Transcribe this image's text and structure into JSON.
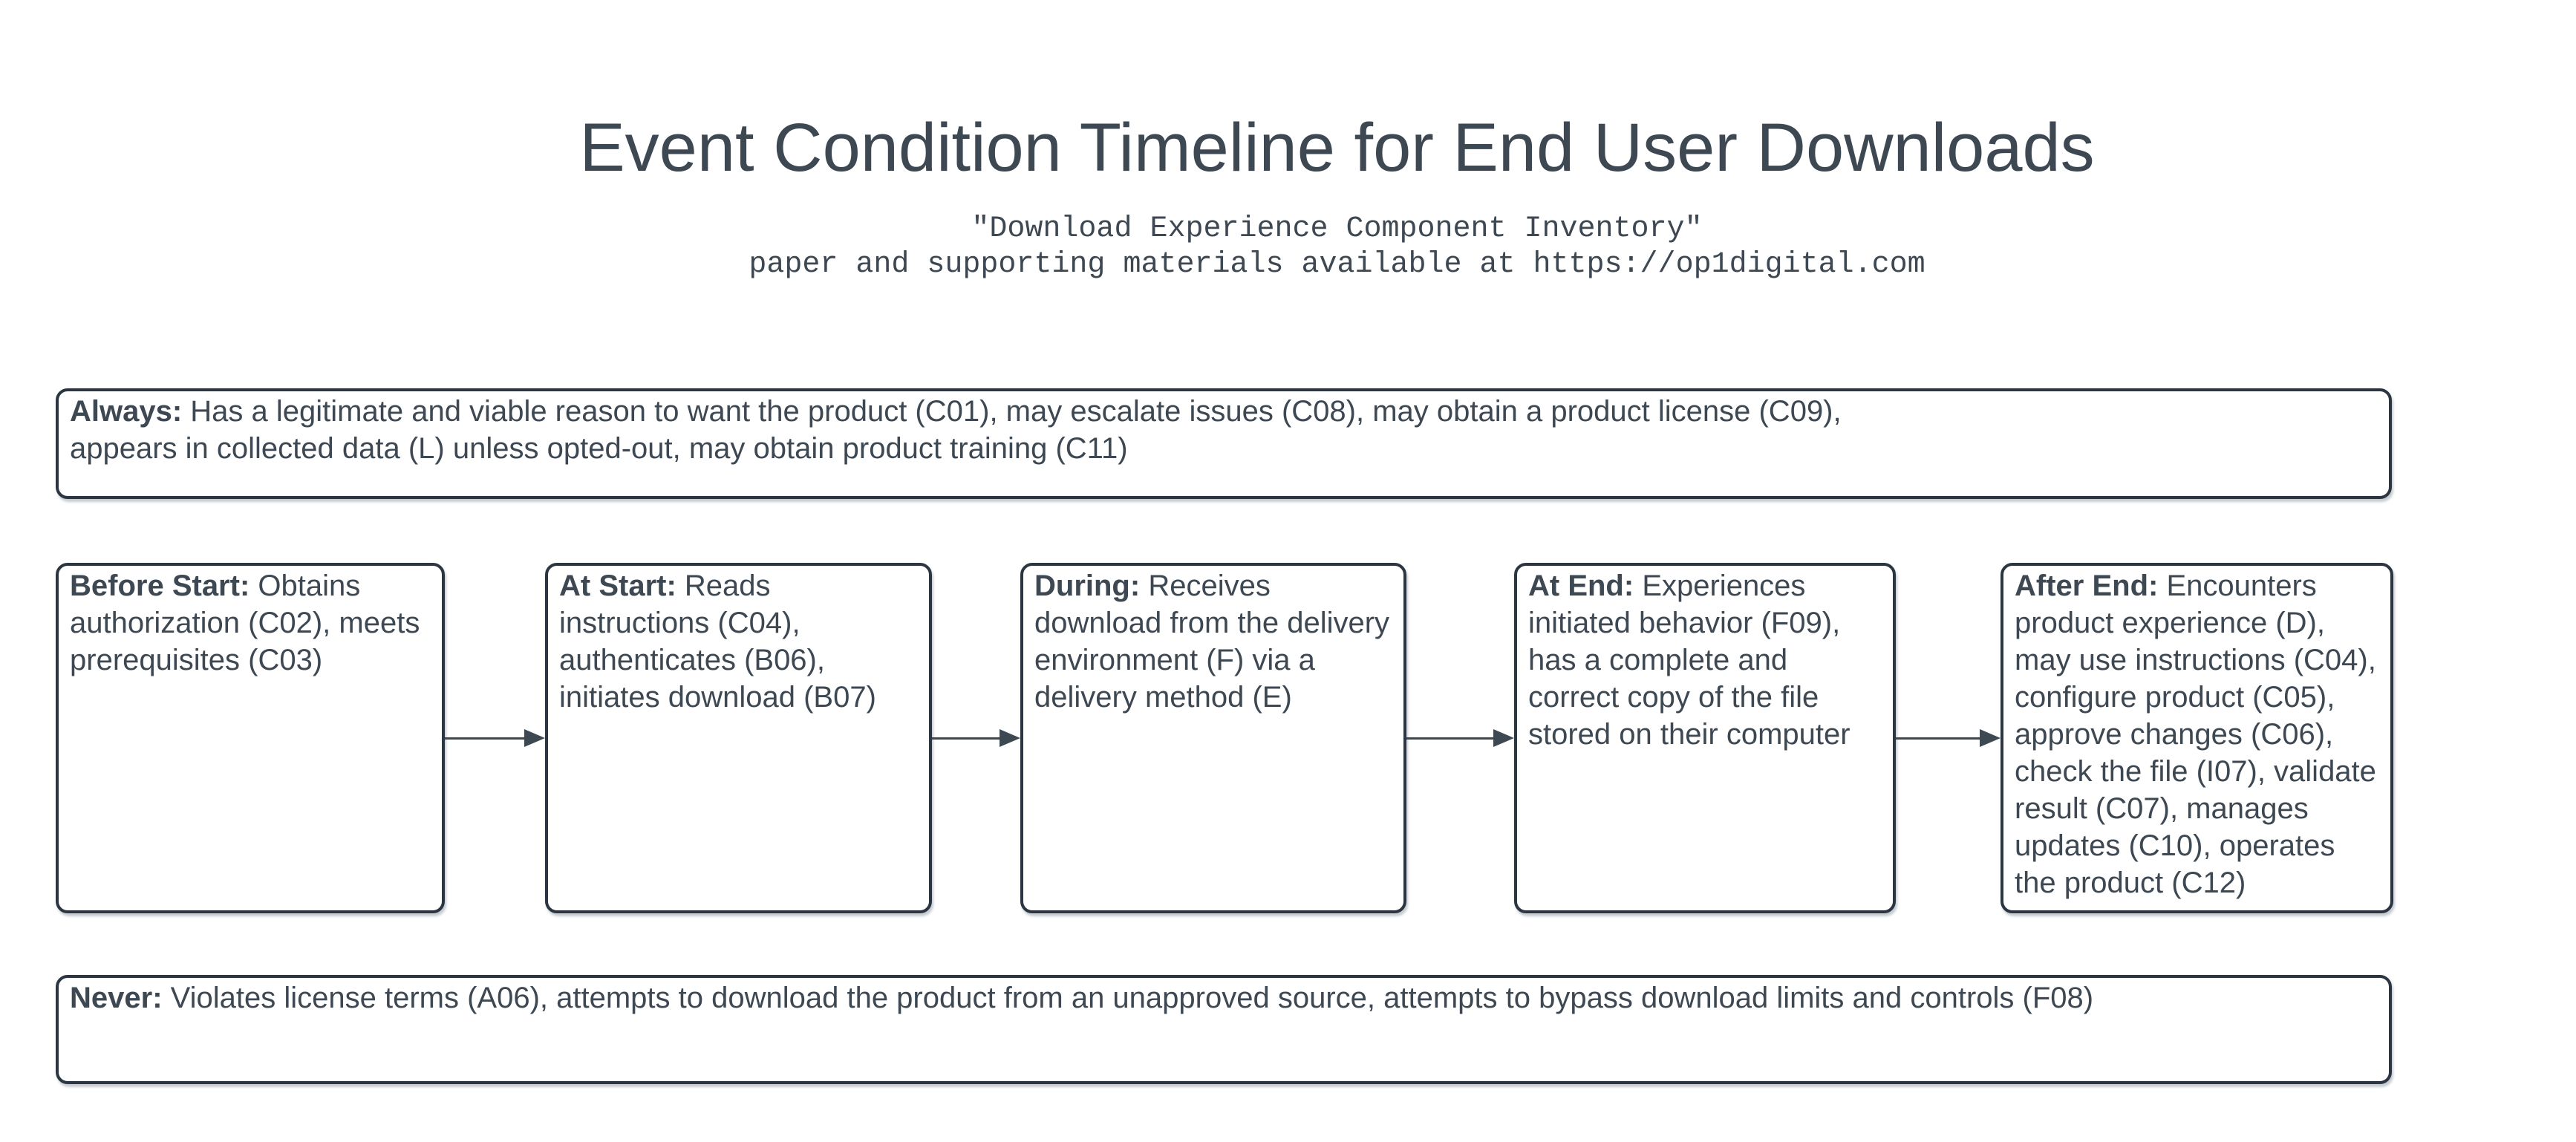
{
  "header": {
    "title": "Event Condition Timeline for End User Downloads",
    "subtitle_line1": "\"Download Experience Component Inventory\"",
    "subtitle_line2": "paper and supporting materials available at https://op1digital.com"
  },
  "always_box": {
    "label": "Always:",
    "text": "Has a legitimate and viable reason to want the product (C01), may escalate issues (C08), may obtain a product license (C09), appears in collected data (L) unless opted-out, may obtain product training (C11)"
  },
  "timeline": [
    {
      "label": "Before Start:",
      "text": "Obtains authorization (C02), meets prerequisites (C03)"
    },
    {
      "label": "At Start:",
      "text": "Reads instructions (C04), authenticates (B06), initiates download (B07)"
    },
    {
      "label": "During:",
      "text": "Receives download from the delivery environment (F) via a delivery method (E)"
    },
    {
      "label": "At End:",
      "text": "Experiences initiated behavior (F09), has a complete and correct copy of the file stored on their computer"
    },
    {
      "label": "After End:",
      "text": "Encounters product experience (D), may use instructions (C04), configure product (C05), approve changes (C06), check the file (I07), validate result (C07), manages updates (C10), operates the product (C12)"
    }
  ],
  "never_box": {
    "label": "Never:",
    "text": "Violates license terms (A06), attempts to download the product from an unapproved source, attempts to bypass download limits and controls (F08)"
  },
  "colors": {
    "text_color": "#3d4853",
    "border_color": "#2c3642",
    "background": "#ffffff"
  }
}
